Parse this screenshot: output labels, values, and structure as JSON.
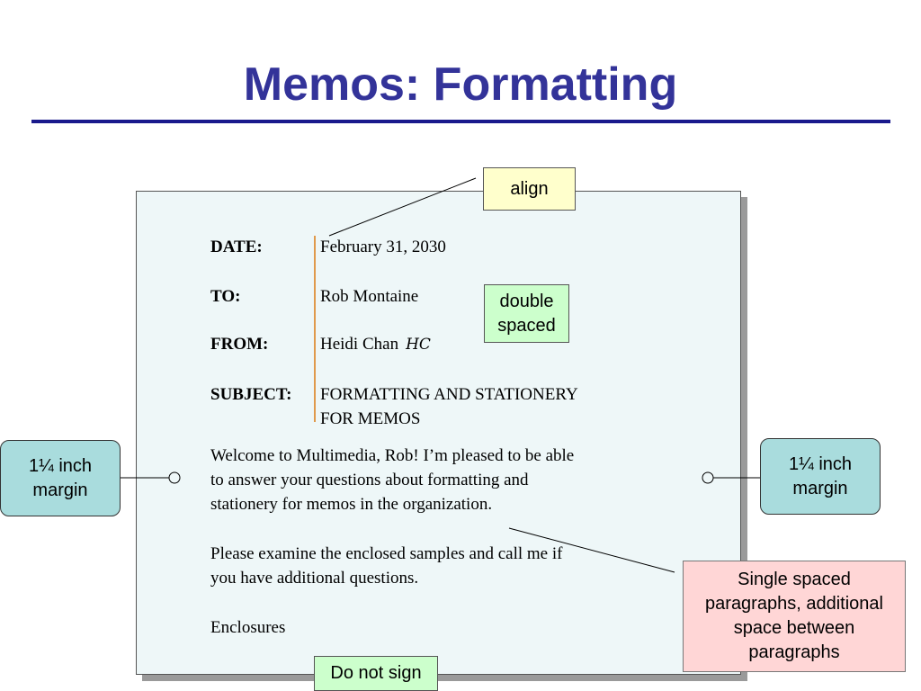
{
  "slide": {
    "title": "Memos: Formatting"
  },
  "memo": {
    "date_label": "DATE:",
    "date_value": "February 31, 2030",
    "to_label": "TO:",
    "to_value": "Rob Montaine",
    "from_label": "FROM:",
    "from_value": "Heidi Chan",
    "from_initials": "HC",
    "subject_label": "SUBJECT:",
    "subject_line1": "FORMATTING AND STATIONERY",
    "subject_line2": "FOR MEMOS",
    "para1_line1": "Welcome to Multimedia, Rob! I’m pleased to be able",
    "para1_line2": "to answer your questions about formatting and",
    "para1_line3": "stationery for memos in the organization.",
    "para2_line1": "Please examine the enclosed samples and call me if",
    "para2_line2": "you have additional questions.",
    "closing": "Enclosures"
  },
  "callouts": {
    "align": "align",
    "double_line1": "double",
    "double_line2": "spaced",
    "margin_left_line1": "1¼ inch",
    "margin_left_line2": "margin",
    "margin_right_line1": "1¼ inch",
    "margin_right_line2": "margin",
    "single_line1": "Single spaced",
    "single_line2": "paragraphs, additional",
    "single_line3": "space between",
    "single_line4": "paragraphs",
    "do_not_sign": "Do not sign"
  },
  "colors": {
    "title": "#333399",
    "rule": "#1a1a8c",
    "paper": "#eef7f8",
    "align_line": "#e09a4c",
    "callout_yellow": "#ffffcc",
    "callout_green": "#ccffcc",
    "callout_pink": "#ffd6d6",
    "callout_teal": "#a9dcdd"
  }
}
